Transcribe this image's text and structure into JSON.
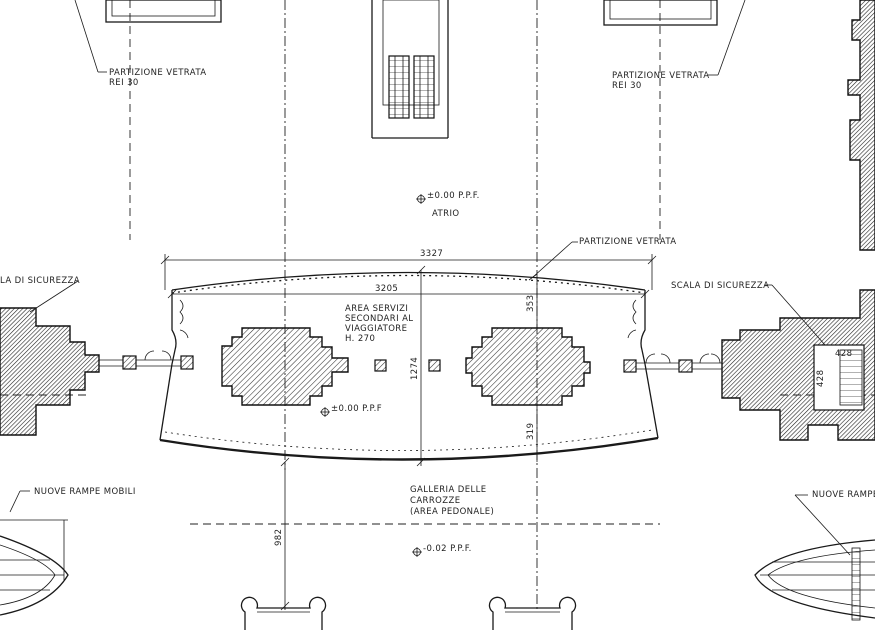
{
  "labels": {
    "partition_left": "PARTIZIONE VETRATA",
    "rei_left": "REI 30",
    "partition_right": "PARTIZIONE VETRATA",
    "rei_right": "REI 30",
    "level_atrium": "±0.00 P.P.F.",
    "atrium": "ATRIO",
    "partition_center": "PARTIZIONE VETRATA",
    "stair_left": "LA DI SICUREZZA",
    "stair_right": "SCALA DI SICUREZZA",
    "service_area_1": "AREA SERVIZI",
    "service_area_2": "SECONDARI AL",
    "service_area_3": "VIAGGIATORE",
    "service_area_4": "H. 270",
    "level_center": "±0.00 P.P.F",
    "gallery_1": "GALLERIA DELLE",
    "gallery_2": "CARROZZE",
    "gallery_3": "(AREA PEDONALE)",
    "level_bottom": "-0.02 P.P.F.",
    "ramps_left": "NUOVE RAMPE MOBILI",
    "ramps_right": "NUOVE RAMPE"
  },
  "dimensions": {
    "overall_width": "3327",
    "inner_width": "3205",
    "depth": "1274",
    "top_offset": "353",
    "bottom_offset": "319",
    "gallery_distance": "982",
    "small_dim_1": "428",
    "small_dim_2": "428"
  }
}
